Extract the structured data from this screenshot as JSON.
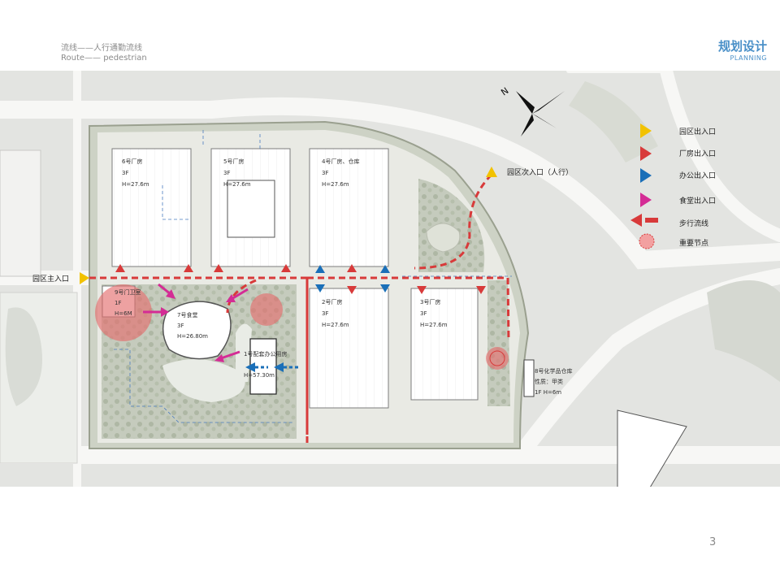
{
  "header": {
    "title_cn": "流线——人行通勤流线",
    "title_en": "Route——  pedestrian",
    "section_cn": "规划设计",
    "section_en": "PLANNING"
  },
  "buildings": {
    "b6": {
      "name": "6号厂房",
      "floors": "3F",
      "height": "H=27.6m"
    },
    "b5": {
      "name": "5号厂房",
      "floors": "3F",
      "height": "H=27.6m"
    },
    "b4": {
      "name": "4号厂房、仓库",
      "floors": "3F",
      "height": "H=27.6m"
    },
    "b2": {
      "name": "2号厂房",
      "floors": "3F",
      "height": "H=27.6m"
    },
    "b3": {
      "name": "3号厂房",
      "floors": "3F",
      "height": "H=27.6m"
    },
    "b9": {
      "name": "9号门卫室",
      "floors": "1F",
      "height": "H=6M"
    },
    "b7": {
      "name": "7号食堂",
      "floors": "3F",
      "height": "H=26.80m"
    },
    "b1": {
      "name": "1号配套办公用房",
      "height": "H=57.30m"
    },
    "b8": {
      "name": "8号化学品仓库",
      "nature": "性质：甲类",
      "height": "1F H=6m"
    }
  },
  "labels": {
    "main_entrance": "园区主入口",
    "secondary_entrance": "园区次入口（人行）"
  },
  "legend": [
    {
      "label": "园区出入口",
      "color": "#f2c200",
      "icon": "yellow-triangle"
    },
    {
      "label": "厂房出入口",
      "color": "#d83a3a",
      "icon": "red-triangle"
    },
    {
      "label": "办公出入口",
      "color": "#1a6fb8",
      "icon": "blue-triangle"
    },
    {
      "label": "食堂出入口",
      "color": "#d42c95",
      "icon": "magenta-triangle"
    },
    {
      "label": "步行流线",
      "color": "#d83a3a",
      "icon": "dashed-arrow"
    },
    {
      "label": "重要节点",
      "color": "#f2a0a0",
      "icon": "node-circle"
    }
  ],
  "page_number": "3"
}
